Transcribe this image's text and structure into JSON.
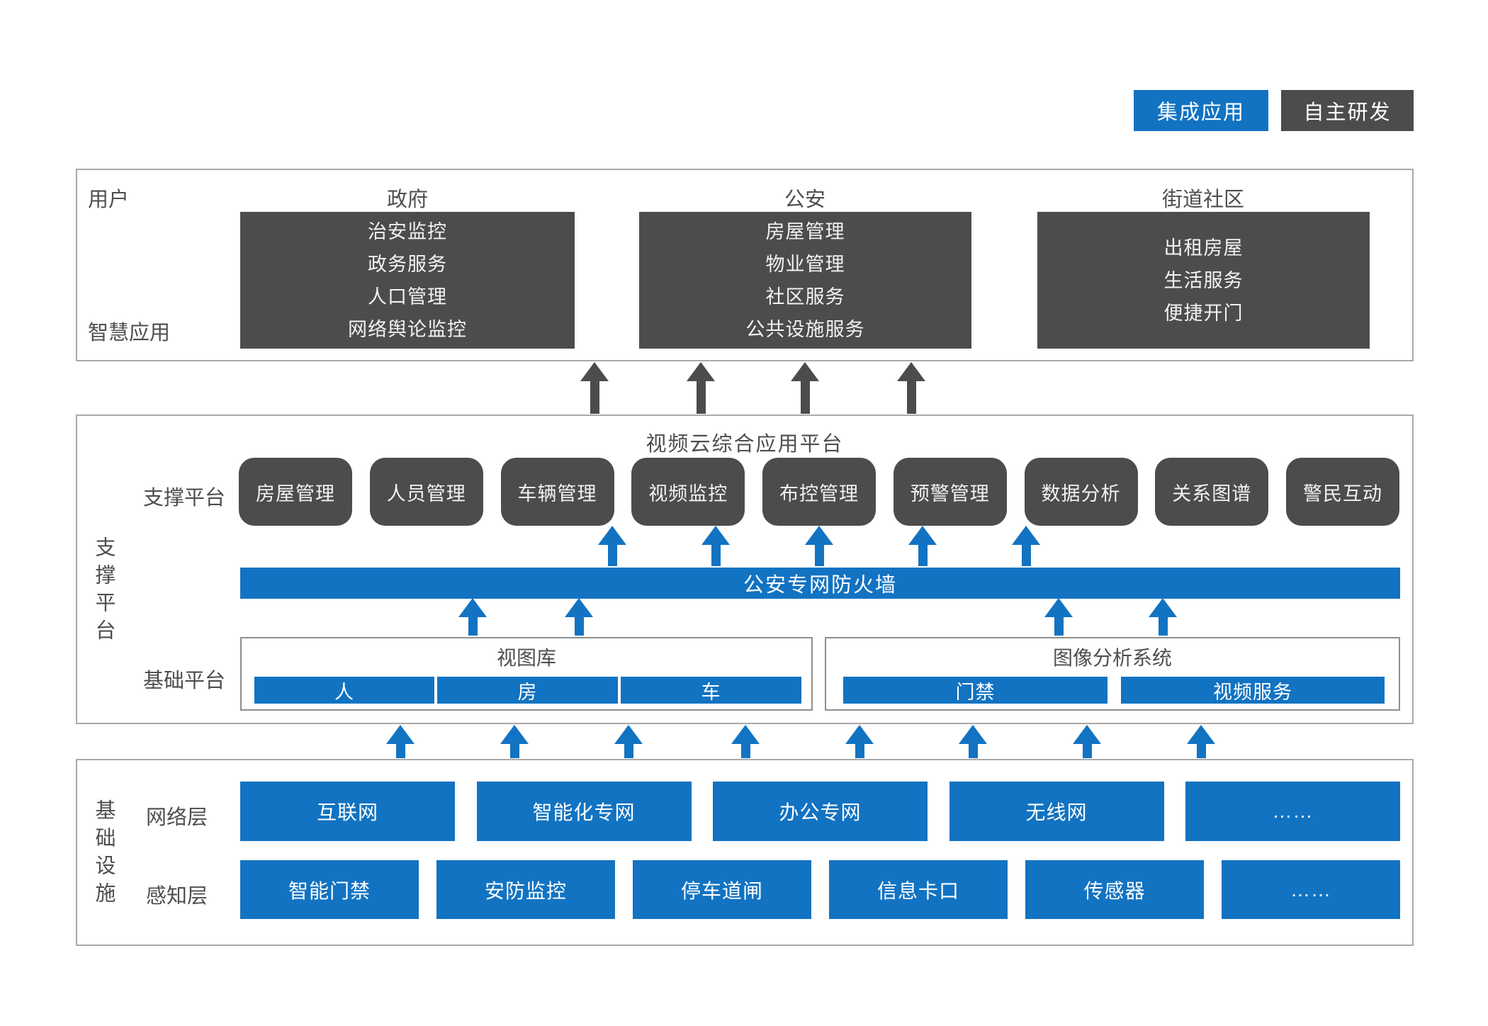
{
  "legend": {
    "integrated_label": "集成应用",
    "self_developed_label": "自主研发"
  },
  "colors": {
    "accent_blue": "#1273c2",
    "dark_gray": "#4d4c4c",
    "section_border_gray": "#a9a9a9",
    "label_gray": "#4e4e4e"
  },
  "user_section": {
    "user_row_label": "用户",
    "app_row_label": "智慧应用",
    "columns": [
      {
        "user": "政府",
        "apps": [
          "治安监控",
          "政务服务",
          "人口管理",
          "网络舆论监控"
        ]
      },
      {
        "user": "公安",
        "apps": [
          "房屋管理",
          "物业管理",
          "社区服务",
          "公共设施服务"
        ]
      },
      {
        "user": "街道社区",
        "apps": [
          "出租房屋",
          "生活服务",
          "便捷开门"
        ]
      }
    ]
  },
  "platform_section": {
    "side_label": "支撑平台",
    "title": "视频云综合应用平台",
    "support_row_label": "支撑平台",
    "support_items": [
      "房屋管理",
      "人员管理",
      "车辆管理",
      "视频监控",
      "布控管理",
      "预警管理",
      "数据分析",
      "关系图谱",
      "警民互动"
    ],
    "firewall_label": "公安专网防火墙",
    "base_row_label": "基础平台",
    "base_groups": [
      {
        "title": "视图库",
        "items": [
          "人",
          "房",
          "车"
        ]
      },
      {
        "title": "图像分析系统",
        "items": [
          "门禁",
          "视频服务"
        ]
      }
    ]
  },
  "infra_section": {
    "side_label": "基础设施",
    "network_row_label": "网络层",
    "network_items": [
      "互联网",
      "智能化专网",
      "办公专网",
      "无线网",
      "……"
    ],
    "sense_row_label": "感知层",
    "sense_items": [
      "智能门禁",
      "安防监控",
      "停车道闸",
      "信息卡口",
      "传感器",
      "……"
    ]
  }
}
